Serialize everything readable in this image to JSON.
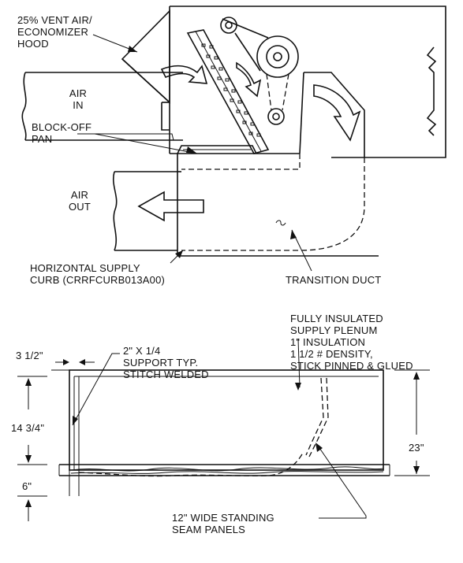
{
  "top_view": {
    "hood_label": [
      "25% VENT AIR/",
      "ECONOMIZER",
      "HOOD"
    ],
    "air_in_label": [
      "AIR",
      "IN"
    ],
    "blockoff_label": [
      "BLOCK-OFF",
      "PAN"
    ],
    "air_out_label": [
      "AIR",
      "OUT"
    ],
    "curb_label": [
      "HORIZONTAL SUPPLY",
      "CURB (CRRFCURB013A00)"
    ],
    "transition_label": "TRANSITION DUCT"
  },
  "section_view": {
    "plenum_label": [
      "FULLY INSULATED",
      "SUPPLY PLENUM",
      "1\" INSULATION",
      "1 1/2 # DENSITY,",
      "STICK PINNED & GLUED"
    ],
    "support_label": [
      "2\" X 1/4",
      "SUPPORT TYP.",
      "STITCH WELDED"
    ],
    "dim_top": "3 1/2\"",
    "dim_mid": "14 3/4\"",
    "dim_bottom": "6\"",
    "dim_total": "23\"",
    "panels_label": [
      "12\" WIDE STANDING",
      "SEAM PANELS"
    ]
  }
}
